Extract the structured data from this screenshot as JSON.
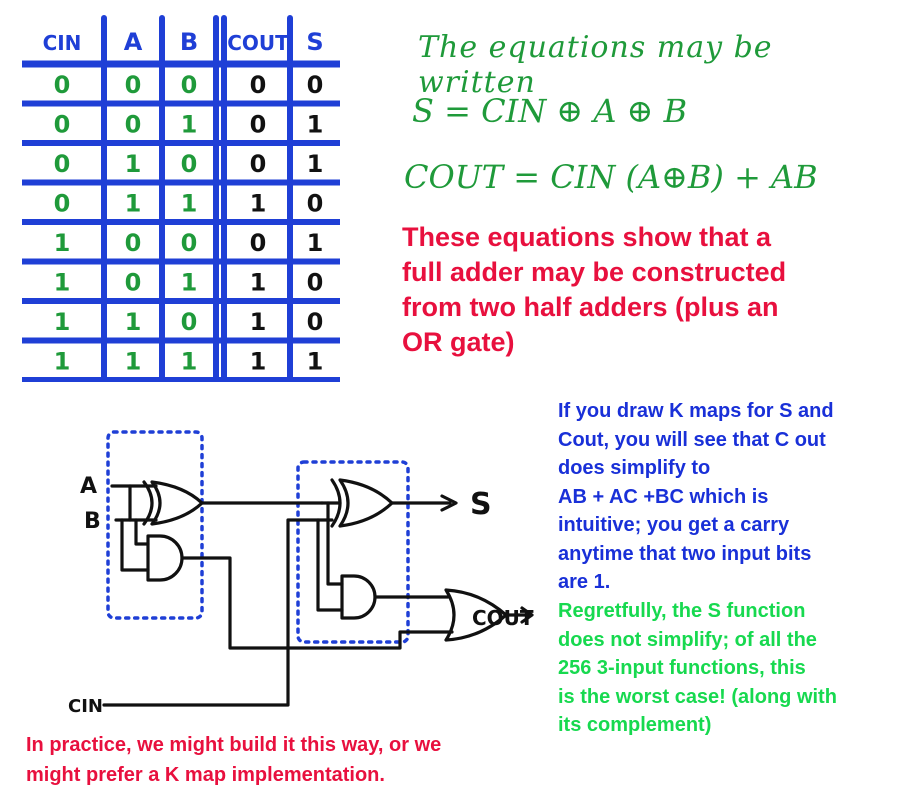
{
  "truth_table": {
    "headers": [
      "CIN",
      "A",
      "B",
      "COUT",
      "S"
    ],
    "rows": [
      [
        "0",
        "0",
        "0",
        "0",
        "0"
      ],
      [
        "0",
        "0",
        "1",
        "0",
        "1"
      ],
      [
        "0",
        "1",
        "0",
        "0",
        "1"
      ],
      [
        "0",
        "1",
        "1",
        "1",
        "0"
      ],
      [
        "1",
        "0",
        "0",
        "0",
        "1"
      ],
      [
        "1",
        "0",
        "1",
        "1",
        "0"
      ],
      [
        "1",
        "1",
        "0",
        "1",
        "0"
      ],
      [
        "1",
        "1",
        "1",
        "1",
        "1"
      ]
    ]
  },
  "equations": {
    "intro": "The equations may be written",
    "sum": "S = CIN ⊕ A ⊕ B",
    "carry": "COUT = CIN (A⊕B) + AB"
  },
  "notes": {
    "red_lines": [
      "These equations show that a",
      "full adder may be constructed",
      "from two half adders (plus an",
      "OR gate)"
    ],
    "blue_lines": [
      "If you draw K maps for S and",
      "Cout, you will see that C out",
      "does simplify to",
      "AB + AC +BC which is",
      "intuitive; you get a carry",
      "anytime that two input bits",
      "are 1."
    ],
    "green_lines": [
      "Regretfully, the S function",
      "does not simplify; of all the",
      "256 3-input functions, this",
      "is the worst case! (along with",
      "its complement)"
    ],
    "bottom_lines": [
      "In practice, we might build it this way, or we",
      "might prefer a K map implementation."
    ]
  },
  "circuit": {
    "input_a": "A",
    "input_b": "B",
    "input_cin": "CIN",
    "output_s": "S",
    "output_cout": "COUT"
  },
  "colors": {
    "table_grid": "#1f3fd6",
    "table_green": "#1f9a3a",
    "table_black": "#111111",
    "equations": "#1f9a3a",
    "red_note": "#e8103e",
    "blue_note": "#1930d8",
    "green_note": "#17d94f",
    "dotted_box": "#1f3fd6"
  }
}
